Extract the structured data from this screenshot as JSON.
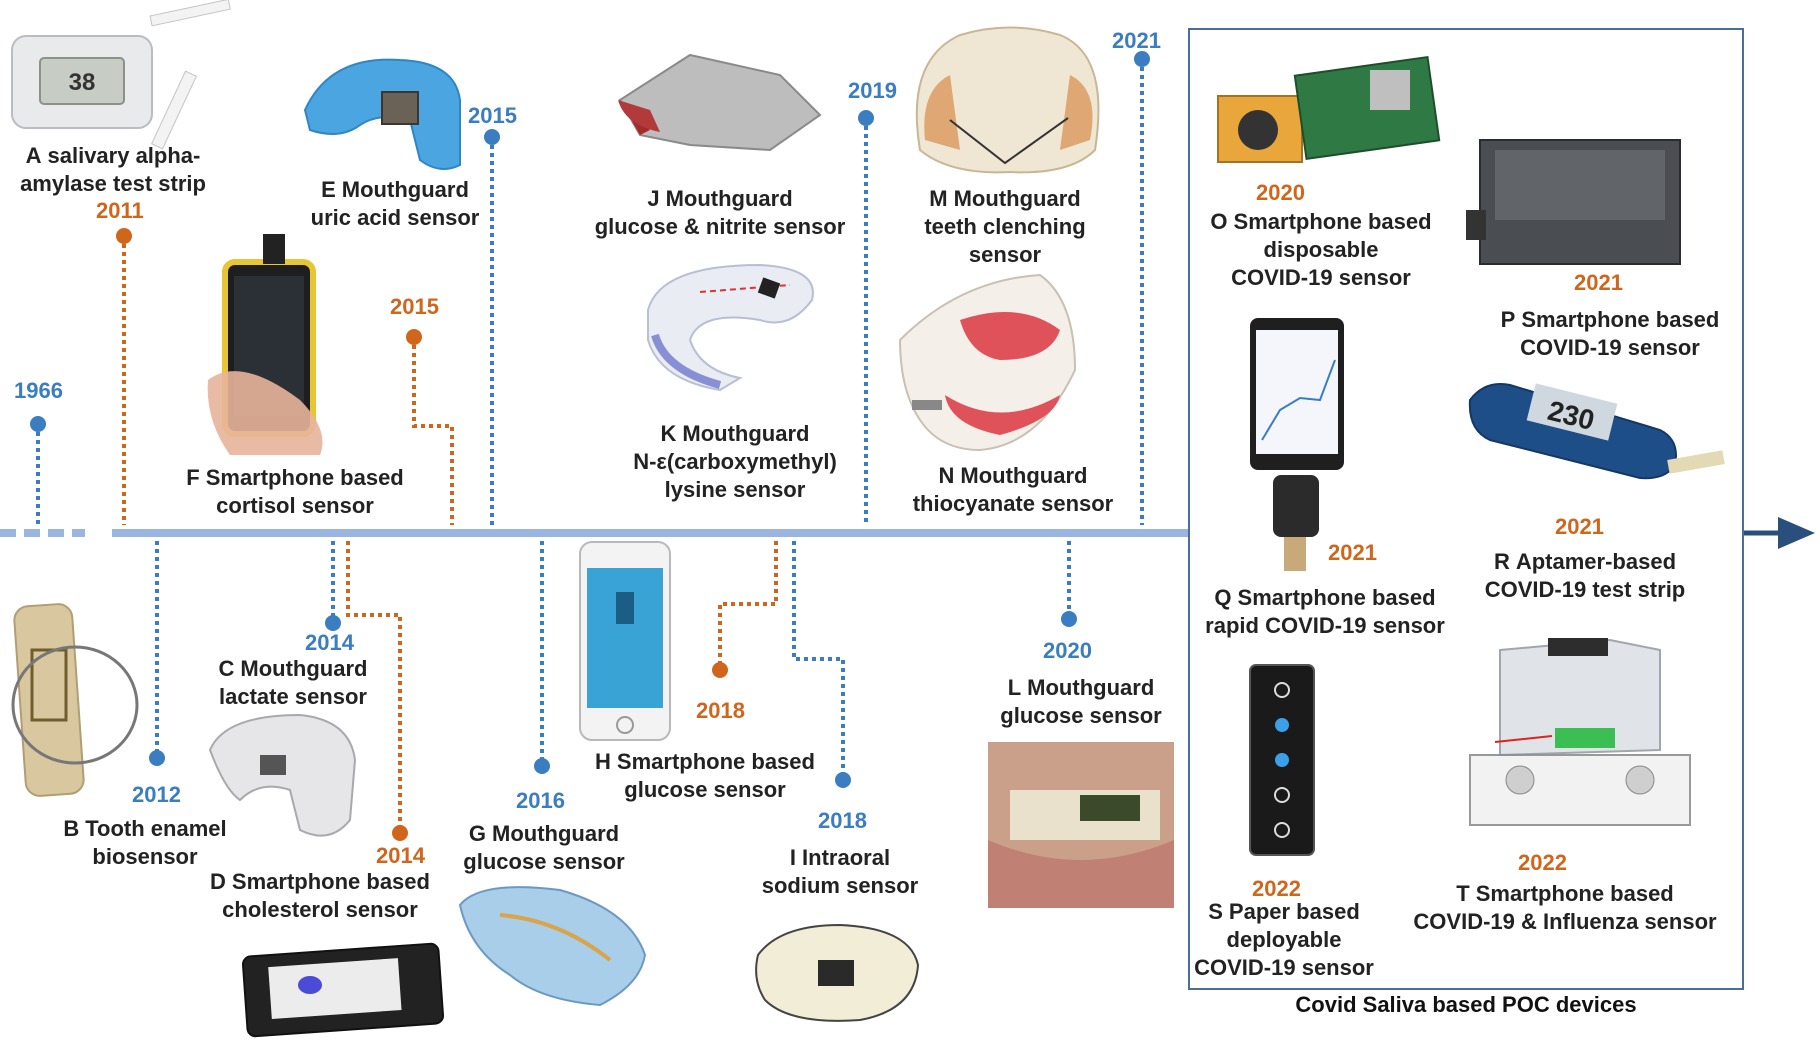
{
  "colors": {
    "blue": "#3a7dc1",
    "orange": "#d0661c",
    "axis": "#9ab6e0",
    "arrow": "#2b4f7c",
    "box": "#4a6e96"
  },
  "items": {
    "a": {
      "letter": "A",
      "line1": "salivary alpha-",
      "line2": "amylase test strip",
      "year": "2011"
    },
    "b": {
      "letter": "B",
      "line1": "Tooth enamel",
      "line2": "biosensor",
      "year": "2012"
    },
    "c": {
      "letter": "C",
      "line1": "Mouthguard",
      "line2": "lactate sensor",
      "year": "2014"
    },
    "d": {
      "letter": "D",
      "line1": "Smartphone based",
      "line2": "cholesterol sensor",
      "year": "2014"
    },
    "e": {
      "letter": "E",
      "line1": "Mouthguard",
      "line2": "uric acid sensor",
      "year": "2015"
    },
    "f": {
      "letter": "F",
      "line1": "Smartphone based",
      "line2": "cortisol sensor",
      "year": "2015"
    },
    "g": {
      "letter": "G",
      "line1": "Mouthguard",
      "line2": "glucose sensor",
      "year": "2016"
    },
    "h": {
      "letter": "H",
      "line1": "Smartphone based",
      "line2": "glucose sensor",
      "year": "2018"
    },
    "i": {
      "letter": "I",
      "line1": "Intraoral",
      "line2": "sodium sensor",
      "year": "2018"
    },
    "j": {
      "letter": "J",
      "line1": "Mouthguard",
      "line2": "glucose & nitrite sensor",
      "year": "2019"
    },
    "k": {
      "letter": "K",
      "line1": "Mouthguard",
      "line2": "N-ε(carboxymethyl)",
      "line3": "lysine sensor"
    },
    "l": {
      "letter": "L",
      "line1": "Mouthguard",
      "line2": "glucose sensor",
      "year": "2020"
    },
    "m": {
      "letter": "M",
      "line1": "Mouthguard",
      "line2": "teeth clenching",
      "line3": "sensor",
      "year": "2021"
    },
    "n": {
      "letter": "N",
      "line1": "Mouthguard",
      "line2": "thiocyanate sensor"
    },
    "o": {
      "letter": "O",
      "line1": "Smartphone based",
      "line2": "disposable",
      "line3": "COVID-19 sensor",
      "year": "2020"
    },
    "p": {
      "letter": "P",
      "line1": "Smartphone based",
      "line2": "COVID-19 sensor",
      "year": "2021"
    },
    "q": {
      "letter": "Q",
      "line1": "Smartphone based",
      "line2": "rapid COVID-19 sensor",
      "year": "2021"
    },
    "r": {
      "letter": "R",
      "line1": "Aptamer-based",
      "line2": "COVID-19 test strip",
      "year": "2021"
    },
    "s": {
      "letter": "S",
      "line1": "Paper based",
      "line2": "deployable",
      "line3": "COVID-19 sensor",
      "year": "2022"
    },
    "t": {
      "letter": "T",
      "line1": "Smartphone based",
      "line2": "COVID-19 & Influenza sensor",
      "year": "2022"
    }
  },
  "start_year": "1966",
  "covid_caption": "Covid Saliva based POC devices",
  "images": {
    "a": "test-strip-reader",
    "b": "tooth-enamel-sensor",
    "c": "mouthguard",
    "d": "smartphone-cholesterol",
    "e": "blue-mouthguard",
    "f": "handheld-smartphone",
    "g": "clear-mouthguard",
    "h": "smartphone-app",
    "i": "intraoral-patch",
    "j": "mouthguard-3d",
    "k": "clear-aligner",
    "l": "teeth-sensor-photo",
    "m": "dental-retainer",
    "n": "denture-model",
    "o": "circuit-board",
    "p": "black-enclosure",
    "q": "smartphone-dongle",
    "r": "glucometer-strip",
    "s": "paper-strip",
    "t": "device-3d-model"
  }
}
